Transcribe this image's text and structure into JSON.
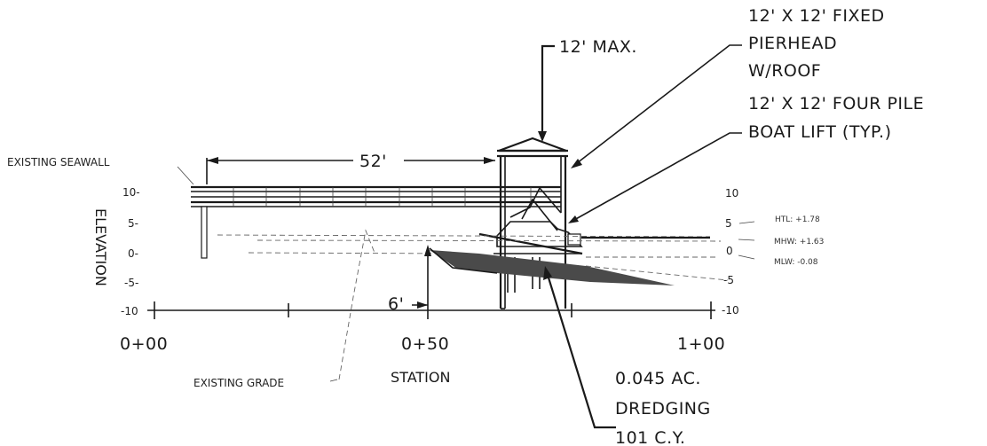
{
  "labels": {
    "max_height": "12' MAX.",
    "pierhead_line1": "12' X 12' FIXED",
    "pierhead_line2": "PIERHEAD",
    "pierhead_line3": "W/ROOF",
    "boatlift_line1": "12' X 12' FOUR PILE",
    "boatlift_line2": "BOAT LIFT (TYP.)",
    "existing_seawall": "EXISTING SEAWALL",
    "dock_length": "52'",
    "depth": "6'",
    "existing_grade": "EXISTING GRADE",
    "dredging_line1": "0.045 AC.",
    "dredging_line2": "DREDGING",
    "dredging_line3": "101 C.Y.",
    "elevation_axis": "ELEVATION",
    "station_axis": "STATION",
    "htl": "HTL: +1.78",
    "mhw": "MHW: +1.63",
    "mlw": "MLW: -0.08"
  },
  "left_ticks": [
    "10-",
    "5-",
    "0-",
    "-5-",
    "-10"
  ],
  "right_ticks": [
    "10",
    "5",
    "0",
    "-5",
    "-10"
  ],
  "stations": [
    "0+00",
    "0+50",
    "1+00"
  ]
}
